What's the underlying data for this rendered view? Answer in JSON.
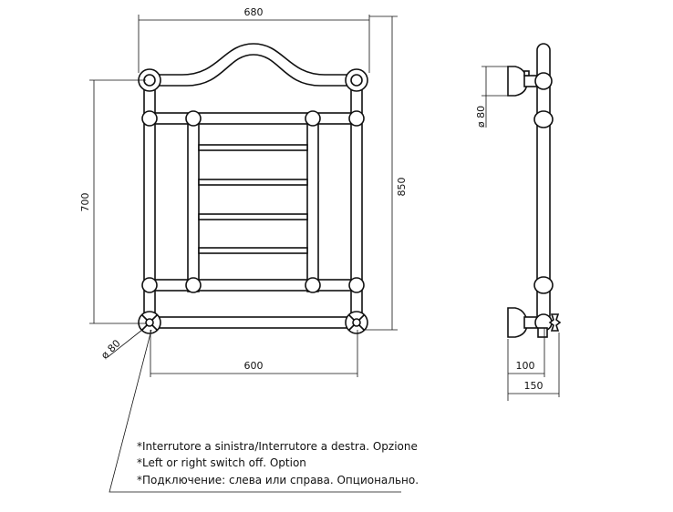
{
  "dimensions": {
    "width_top": "680",
    "height_left": "700",
    "height_right": "850",
    "width_bottom": "600",
    "valve_diameter_front": "ø 80",
    "wall_diameter_side": "ø 80",
    "depth_inner": "100",
    "depth_outer": "150"
  },
  "notes": [
    "*Interrutore a sinistra/Interrutore a destra. Opzione",
    "*Left or right switch off. Option",
    "*Подключение: слева или справа. Опционально."
  ]
}
